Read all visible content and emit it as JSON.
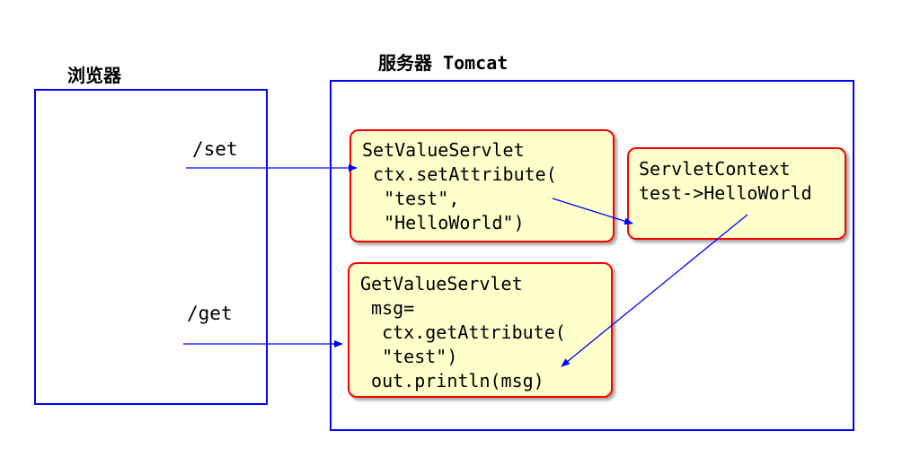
{
  "browser": {
    "label": "浏览器"
  },
  "server": {
    "label": "服务器 Tomcat"
  },
  "routes": {
    "set": "/set",
    "get": "/get"
  },
  "set_servlet": {
    "lines": [
      "SetValueServlet",
      " ctx.setAttribute(",
      "  \"test\",",
      "  \"HelloWorld\")"
    ]
  },
  "get_servlet": {
    "lines": [
      "GetValueServlet",
      " msg=",
      "  ctx.getAttribute(",
      "  \"test\")",
      " out.println(msg)"
    ]
  },
  "context": {
    "lines": [
      "ServletContext",
      "test->HelloWorld"
    ]
  },
  "colors": {
    "frame": "#0000ff",
    "node_border": "#ff0000",
    "node_fill": "#ffffcc",
    "arrow": "#0000ff"
  }
}
